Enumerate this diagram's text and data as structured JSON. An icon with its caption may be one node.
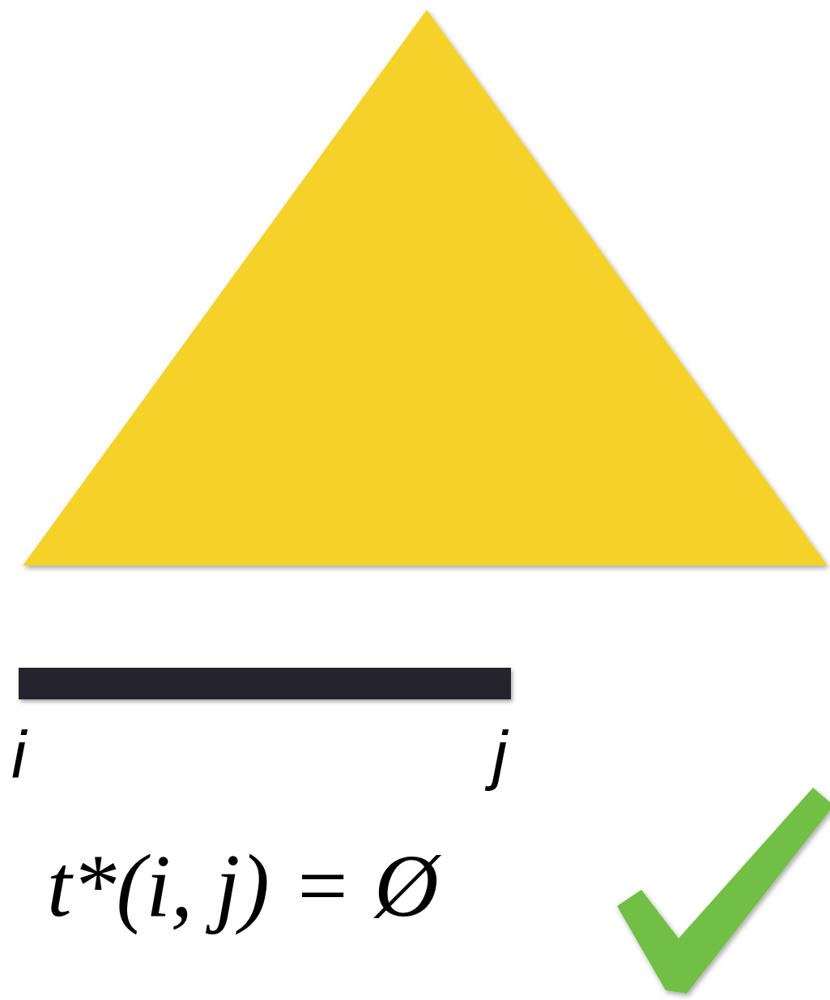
{
  "diagram": {
    "nodes": [
      {
        "text": [],
        "shape": "bar"
      }
    ],
    "labels": [
      "i",
      "j",
      "t*(i, j) = Ø"
    ]
  }
}
